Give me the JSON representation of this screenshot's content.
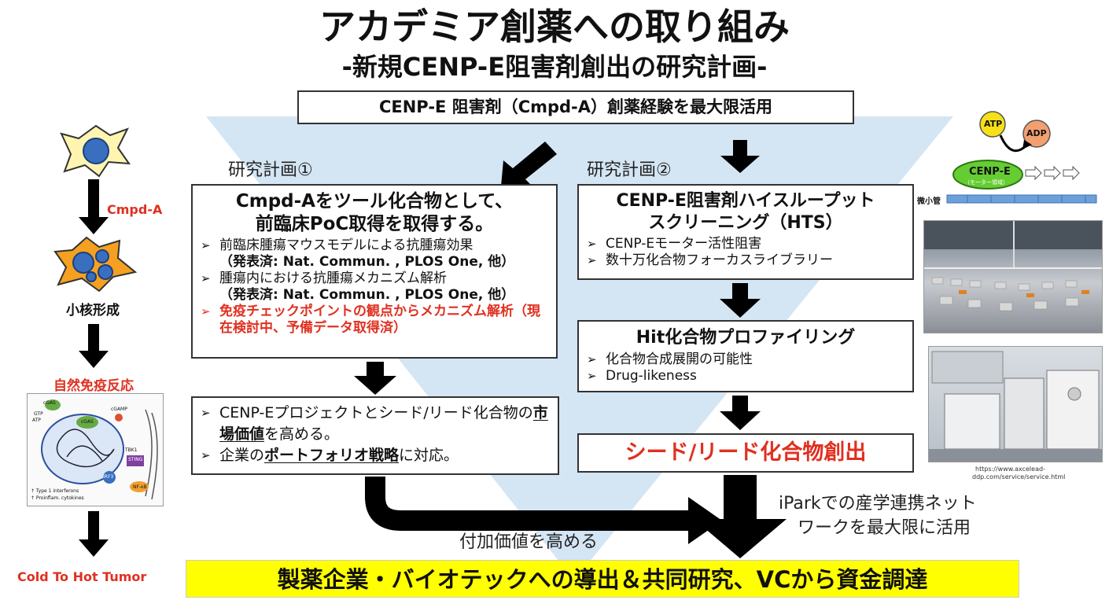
{
  "title": "アカデミア創薬への取り組み",
  "subtitle": "-新規CENP-E阻害剤創出の研究計画-",
  "top_box": "CENP-E 阻害剤（Cmpd-A）創薬経験を最大限活用",
  "plan1": {
    "label": "研究計画①",
    "heading": [
      "Cmpd-Aをツール化合物として、",
      "前臨床PoC取得を取得する。"
    ],
    "bullets": [
      {
        "text": "前臨床腫瘍マウスモデルによる抗腫瘍効果",
        "sub": "（発表済: Nat. Commun. , PLOS One, 他）"
      },
      {
        "text": "腫瘍内における抗腫瘍メカニズム解析",
        "sub": "（発表済: Nat. Commun. , PLOS One, 他）"
      },
      {
        "text": "免疫チェックポイントの観点からメカニズム解析（現在検討中、予備データ取得済）"
      }
    ]
  },
  "value_box": {
    "b1_pre": "CENP-Eプロジェクトとシード/リード化合物の",
    "b1_em": "市場価値",
    "b1_post": "を高める。",
    "b2_pre": "企業の",
    "b2_em": "ポートフォリオ戦略",
    "b2_post": "に対応。"
  },
  "plan2": {
    "label": "研究計画②",
    "heading": [
      "CENP-E阻害剤ハイスループット",
      "スクリーニング（HTS）"
    ],
    "bullets": [
      "CENP-Eモーター活性阻害",
      "数十万化合物フォーカスライブラリー"
    ]
  },
  "hit_box": {
    "heading": "Hit化合物プロファイリング",
    "bullets": [
      "化合物合成展開の可能性",
      "Drug-likeness"
    ]
  },
  "seed_box": "シード/リード化合物創出",
  "ipark_text": [
    "iParkでの産学連携ネット",
    "ワークを最大限に活用"
  ],
  "added_value": "付加価値を高める",
  "bottom_banner": "製薬企業・バイオテックへの導出＆共同研究、VCから資金調達",
  "left_column": {
    "cmpd_a": "Cmpd-A",
    "micronucleus": "小核形成",
    "innate_immunity": "自然免疫反応",
    "cold_hot": "Cold To Hot Tumor",
    "figure_texts": [
      "cGAS",
      "cGAMP",
      "GTP",
      "ATP",
      "cGAS",
      "STING",
      "TBK1",
      "IRF3",
      "NF-κB",
      "↑ Type 1 interferons",
      "↑ Proinflam. cytokines"
    ]
  },
  "right_column": {
    "atp": "ATP",
    "adp": "ADP",
    "cenpe": "CENP-E",
    "motor_domain": "（モーター領域）",
    "microtubule": "微小管",
    "url": [
      "https://www.axcelead-",
      "ddp.com/service/service.html"
    ]
  },
  "colors": {
    "red": "#e03020",
    "banner": "#ffff00",
    "triangle": "#cfe2f3",
    "cell_fill": "#fff5b0",
    "nucleus": "#3a6fbf",
    "atp": "#f6e018",
    "adp": "#f3a070",
    "cenpe": "#66cc33"
  }
}
